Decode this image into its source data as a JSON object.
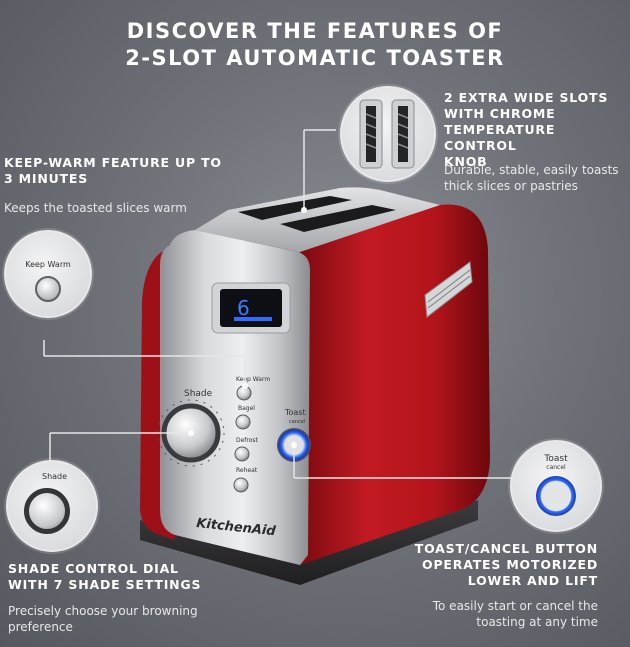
{
  "header": {
    "line1": "DISCOVER THE FEATURES OF",
    "line2": "2-SLOT AUTOMATIC TOASTER"
  },
  "features": {
    "slots": {
      "title_lines": [
        "2 EXTRA WIDE SLOTS",
        "WITH CHROME",
        "TEMPERATURE CONTROL",
        "KNOB"
      ],
      "desc_lines": [
        "Durable, stable, easily toasts",
        "thick slices or pastries"
      ]
    },
    "keep_warm": {
      "title_lines": [
        "KEEP-WARM FEATURE UP TO",
        "3 MINUTES"
      ],
      "desc_lines": [
        "Keeps the toasted slices warm"
      ],
      "button_label": "Keep Warm"
    },
    "shade": {
      "title_lines": [
        "SHADE CONTROL DIAL",
        "WITH 7 SHADE SETTINGS"
      ],
      "desc_lines": [
        "Precisely choose your browning",
        "preference"
      ],
      "dial_label": "Shade"
    },
    "toast_cancel": {
      "title_lines": [
        "TOAST/CANCEL BUTTON",
        "OPERATES MOTORIZED",
        "LOWER AND LIFT"
      ],
      "desc_lines": [
        "To easily start or cancel the",
        "toasting at any time"
      ],
      "button_label": "Toast",
      "button_sublabel": "cancel"
    }
  },
  "toaster": {
    "brand": "KitchenAid",
    "display_digit": "6",
    "shade_label": "Shade",
    "buttons": [
      "Keep Warm",
      "Bagel",
      "Defrost",
      "Reheat"
    ],
    "toast_label": "Toast",
    "toast_sublabel": "cancel"
  },
  "colors": {
    "body_red": "#b3141c",
    "accent_blue": "#2f6bff",
    "chrome": "#c9cacd"
  }
}
